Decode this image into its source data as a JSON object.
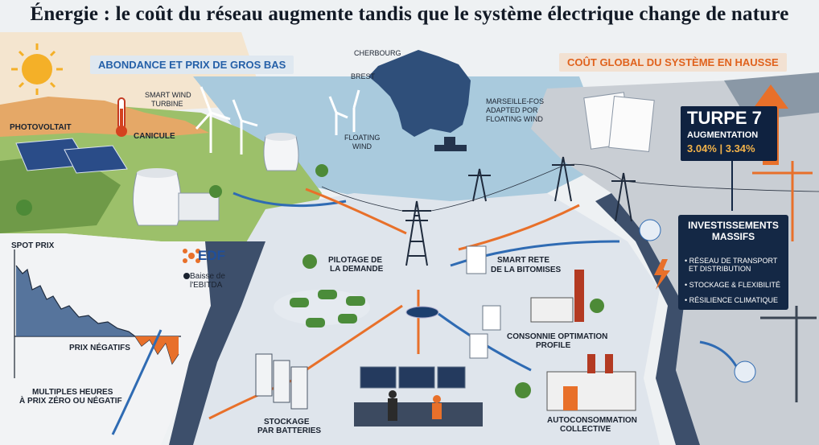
{
  "title": "Énergie : le coût du réseau augmente tandis que le système électrique change de nature",
  "banners": {
    "left": "ABONDANCE ET PRIX DE GROS BAS",
    "right": "COÛT GLOBAL DU SYSTÈME EN HAUSSE"
  },
  "labels": {
    "photovoltait": "PHOTOVOLTAIT",
    "smart_wind_1": "SMART WIND",
    "smart_wind_2": "TURBINE",
    "canicule": "CANICULE",
    "floating_wind_1": "FLOATING",
    "floating_wind_2": "WIND",
    "cherbourg": "CHERBOURG",
    "brest": "BREST",
    "marseille_1": "MARSEILLE-FOS",
    "marseille_2": "ADAPTED POR",
    "marseille_3": "FLOATING WIND",
    "pilotage_1": "PILOTAGE DE",
    "pilotage_2": "LA DEMANDE",
    "smart_rete_1": "SMART RETE",
    "smart_rete_2": "DE LA BITOMISES",
    "consommie_1": "CONSONNIE OPTIMATION",
    "consommie_2": "PROFILE",
    "stockage_1": "STOCKAGE",
    "stockage_2": "PAR BATTERIES",
    "autoconso_1": "AUTOCONSOMMATION",
    "autoconso_2": "COLLECTIVE",
    "spot_prix": "SPOT PRIX",
    "prix_negatifs": "PRIX NÉGATIFS",
    "multiples_1": "MULTIPLES HEURES",
    "multiples_2": "À PRIX ZÉRO OU NÉGATIF",
    "edf_logo": "EDF",
    "baisse_1": "Baisse de",
    "baisse_2": "l'EBITDA"
  },
  "turpe": {
    "title": "TURPE 7",
    "subtitle": "AUGMENTATION",
    "values": "3.04% | 3.34%"
  },
  "invest": {
    "title_1": "INVESTISSEMENTS",
    "title_2": "MASSIFS",
    "items": [
      "• RÉSEAU DE TRANSPORT",
      "  ET DISTRIBUTION",
      "• STOCKAGE & FLEXIBILITÉ",
      "• RÉSILIENCE CLIMATIQUE"
    ]
  },
  "colors": {
    "accent_orange": "#e8702a",
    "accent_blue": "#2f6bb3",
    "navy": "#0f2240",
    "sea": "#9fc3d9"
  },
  "icons": [
    "sun-icon",
    "thermometer-icon",
    "wind-turbine-icon",
    "nuclear-plant-icon",
    "solar-panel-icon",
    "pylon-icon",
    "electric-car-icon",
    "battery-icon",
    "factory-icon",
    "control-room-icon",
    "crane-icon",
    "document-icon",
    "lightning-icon",
    "edf-logo-icon",
    "smart-meter-icon",
    "fan-icon"
  ]
}
